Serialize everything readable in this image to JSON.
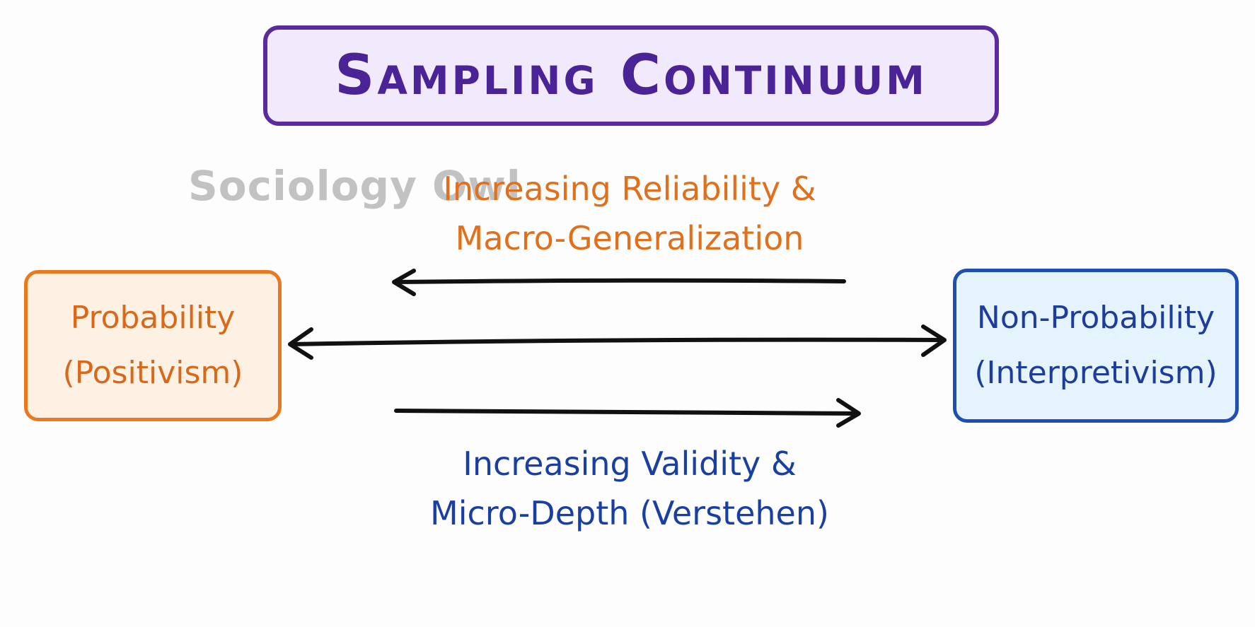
{
  "diagram": {
    "title": "Sampling Continuum",
    "watermark": "Sociology Owl",
    "left_box": {
      "line1": "Probability",
      "line2": "(Positivism)"
    },
    "right_box": {
      "line1": "Non-Probability",
      "line2": "(Interpretivism)"
    },
    "top_label": {
      "line1": "Increasing Reliability &",
      "line2": "Macro-Generalization"
    },
    "bottom_label": {
      "line1": "Increasing Validity &",
      "line2": "Micro-Depth (Verstehen)"
    },
    "arrows": {
      "top": "points-left",
      "middle": "double-headed",
      "bottom": "points-right"
    },
    "colors": {
      "title": "#4a2496",
      "title_border": "#5a2a9e",
      "title_fill": "#f1eafc",
      "orange": "#e0701c",
      "orange_fill": "#fdf1e4",
      "blue": "#1a3fa3",
      "blue_fill": "#e5f3fc",
      "arrow": "#111111",
      "watermark": "#c2c2c2"
    }
  }
}
